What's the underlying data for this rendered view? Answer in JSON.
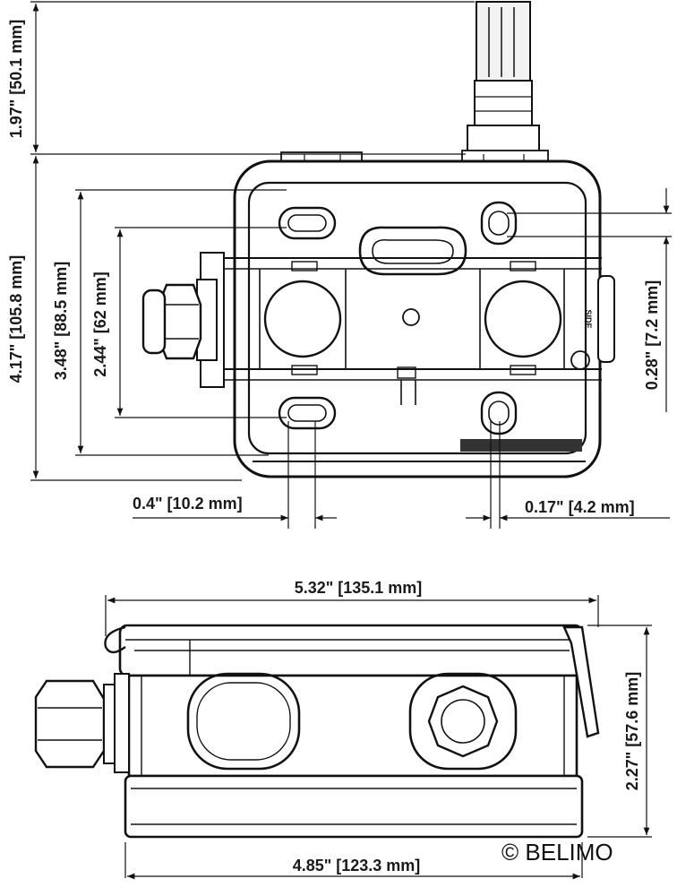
{
  "dimensions": {
    "height_top_offset": "1.97\" [50.1 mm]",
    "height_total": "4.17\" [105.8 mm]",
    "height_mount": "3.48\" [88.5 mm]",
    "height_inner": "2.44\" [62 mm]",
    "slot_height": "0.28\" [7.2 mm]",
    "slot_width_left": "0.4\" [10.2 mm]",
    "slot_width_right": "0.17\" [4.2 mm]",
    "width_total": "5.32\" [135.1 mm]",
    "width_base": "4.85\" [123.3 mm]",
    "height_side": "2.27\" [57.6 mm]"
  },
  "label_side": "SIDE",
  "copyright": "© BELIMO"
}
